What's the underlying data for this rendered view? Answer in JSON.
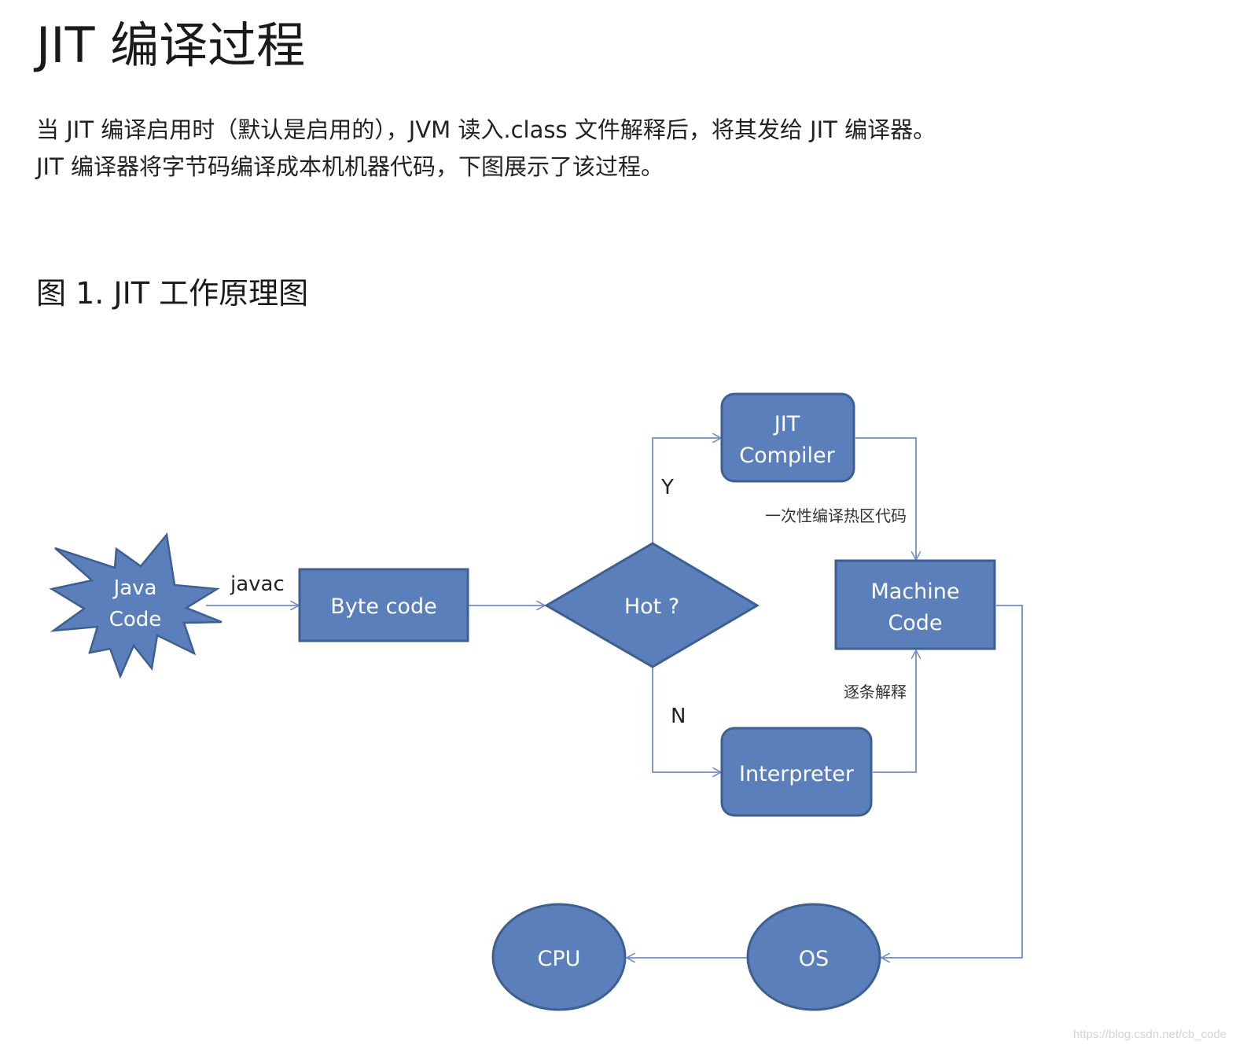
{
  "title": "JIT 编译过程",
  "intro": {
    "line1": "当 JIT 编译启用时（默认是启用的），JVM 读入.class 文件解释后，将其发给 JIT 编译器。",
    "line2": "JIT 编译器将字节码编译成本机机器代码，下图展示了该过程。"
  },
  "figure_caption": "图 1. JIT 工作原理图",
  "diagram": {
    "java_code": [
      "Java",
      "Code"
    ],
    "javac_label": "javac",
    "byte_code": "Byte code",
    "hot": "Hot ?",
    "yes_label": "Y",
    "no_label": "N",
    "jit_compiler": [
      "JIT",
      "Compiler"
    ],
    "jit_note": "一次性编译热区代码",
    "interpreter": "Interpreter",
    "interpret_note": "逐条解释",
    "machine_code": [
      "Machine",
      "Code"
    ],
    "os": "OS",
    "cpu": "CPU",
    "colors": {
      "fill": "#5a7fba",
      "stroke": "#3d5f91",
      "arrow": "#6f8fc6",
      "shape_text": "#ffffff"
    }
  },
  "watermark": "https://blog.csdn.net/cb_code"
}
